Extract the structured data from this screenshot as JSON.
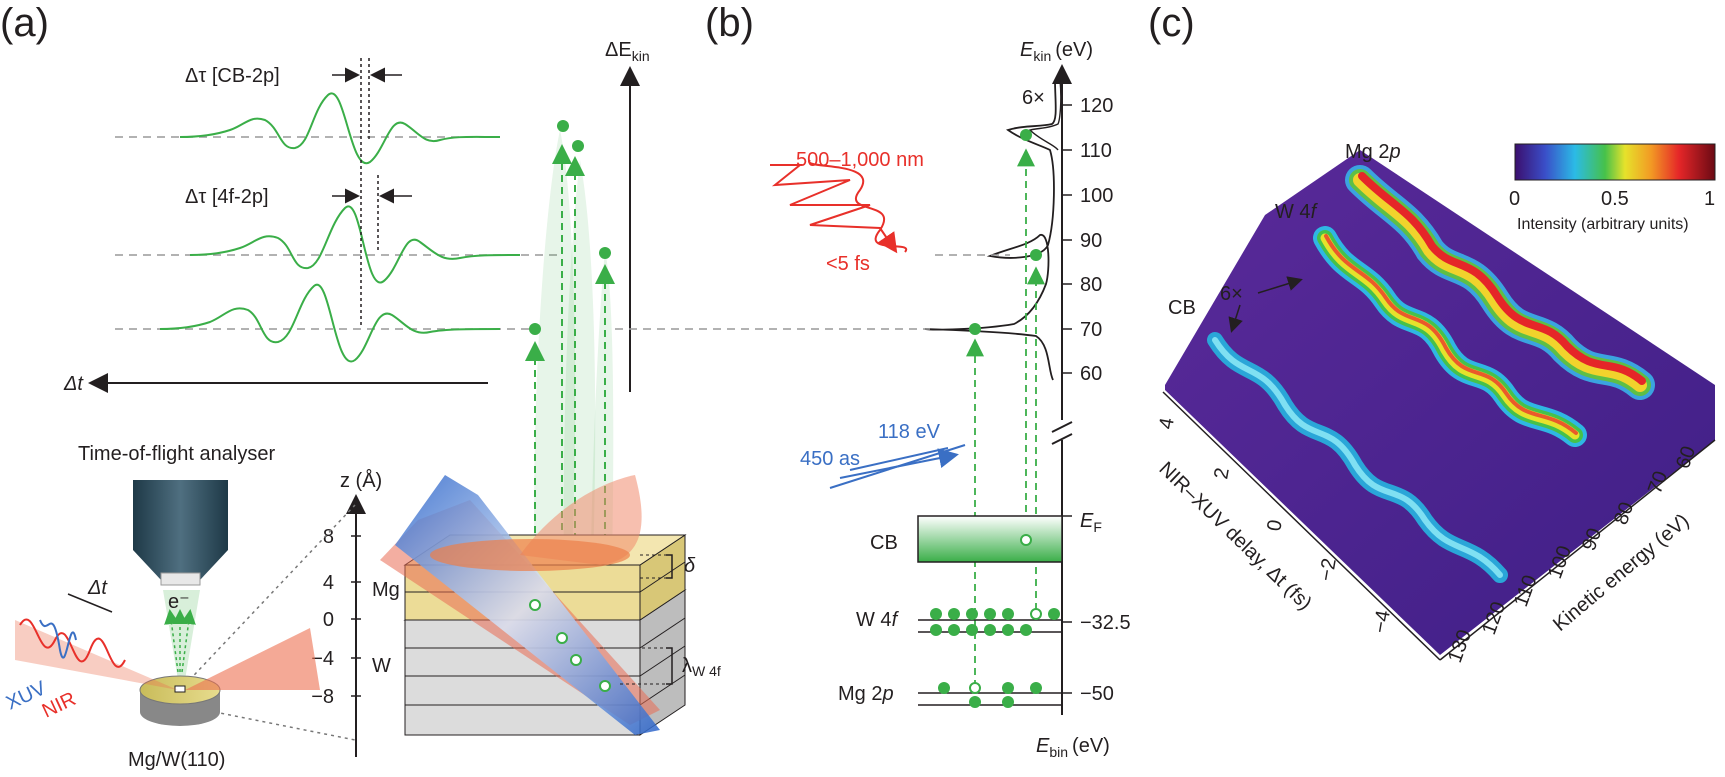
{
  "panels": {
    "a": "(a)",
    "b": "(b)",
    "c": "(c)"
  },
  "panel_a": {
    "delta_tau_cb": "Δτ [CB-2p]",
    "delta_tau_4f": "Δτ [4f-2p]",
    "delta_t_axis": "Δt",
    "delta_ekin": "ΔE",
    "delta_ekin_sub": "kin",
    "tof_label": "Time-of-flight analyser",
    "electron": "e⁻",
    "delta_t_small": "Δt",
    "xuv": "XUV",
    "nir": "NIR",
    "sample": "Mg/W(110)",
    "z_label": "z (Å)",
    "z_ticks": [
      "8",
      "4",
      "0",
      "−4",
      "−8"
    ],
    "mg": "Mg",
    "w": "W",
    "delta": "δ",
    "lambda": "λ",
    "lambda_sub": "W 4f"
  },
  "panel_b": {
    "ekin_label": "E",
    "ekin_sub": "kin",
    "ekin_unit": "(eV)",
    "ticks": [
      "120",
      "110",
      "100",
      "90",
      "80",
      "70",
      "60"
    ],
    "six_x": "6×",
    "wavelength": "500–1,000 nm",
    "pulse_nir": "<5 fs",
    "xuv_energy": "118 eV",
    "xuv_pulse": "450 as",
    "ef": "E",
    "ef_sub": "F",
    "cb": "CB",
    "w4f": "W 4f",
    "mg2p": "Mg 2p",
    "bin_m325": "−32.5",
    "bin_m50": "−50",
    "ebin": "E",
    "ebin_sub": "bin",
    "ebin_unit": "(eV)"
  },
  "panel_c": {
    "mg2p": "Mg 2p",
    "w4f": "W 4f",
    "six_x": "6×",
    "cb": "CB",
    "cbar_ticks": [
      "0",
      "0.5",
      "1"
    ],
    "cbar_label": "Intensity (arbitrary units)",
    "delay_label": "NIR–XUV delay, Δt (fs)",
    "delay_ticks": [
      "4",
      "2",
      "0",
      "−2",
      "−4"
    ],
    "energy_label": "Kinetic energy (eV)",
    "energy_ticks": [
      "60",
      "70",
      "80",
      "90",
      "100",
      "110",
      "120",
      "130"
    ]
  },
  "colors": {
    "green": "#3aae48",
    "red": "#e8302a",
    "blue": "#3a6fc4",
    "mg_layer": "#e9d98e",
    "w_layer": "#d7d7d7"
  }
}
